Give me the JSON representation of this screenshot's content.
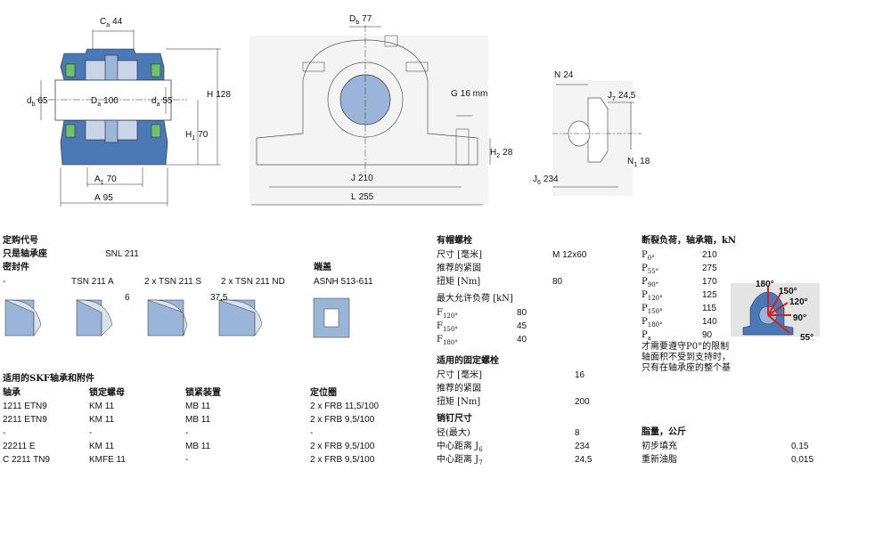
{
  "drawings": {
    "front": {
      "ca": "C",
      "ca_sub": "a",
      "ca_val": "44",
      "db": "d",
      "db_sub": "b",
      "db_val": "65",
      "Da": "D",
      "Da_sub": "a",
      "Da_val": "100",
      "da": "d",
      "da_sub": "a",
      "da_val": "55",
      "H": "H",
      "H_val": "128",
      "H1": "H",
      "H1_sub": "1",
      "H1_val": "70",
      "A1": "A",
      "A1_sub": "1",
      "A1_val": "70",
      "A": "A",
      "A_val": "95"
    },
    "side": {
      "Db": "D",
      "Db_sub": "b",
      "Db_val": "77",
      "G": "G",
      "G_val": "16 mm",
      "H2": "H",
      "H2_sub": "2",
      "H2_val": "28",
      "J": "J",
      "J_val": "210",
      "L": "L",
      "L_val": "255"
    },
    "foot": {
      "N": "N",
      "N_val": "24",
      "J7": "J",
      "J7_sub": "7",
      "J7_val": "24,5",
      "N1": "N",
      "N1_sub": "1",
      "N1_val": "18",
      "J6": "J",
      "J6_sub": "6",
      "J6_val": "234"
    },
    "seals_dims": {
      "d6": "6",
      "d37": "37,5"
    },
    "angles": [
      "180°",
      "150°",
      "120°",
      "90°",
      "55°"
    ]
  },
  "designation": {
    "title": "定购代号",
    "housing_label": "只是轴承座",
    "housing_value": "SNL 211",
    "seals_label": "密封件",
    "end_cover_label": "端盖",
    "seals": [
      "-",
      "TSN 211 A",
      "2 x TSN 211 S",
      "2 x TSN 211 ND",
      "ASNH 513-611"
    ]
  },
  "accessories": {
    "title": "适用的SKF轴承和附件",
    "headers": [
      "轴承",
      "锁定螺母",
      "锁紧装置",
      "定位圈"
    ],
    "rows": [
      [
        "1211 ETN9",
        "KM 11",
        "MB 11",
        "2 x FRB 11,5/100"
      ],
      [
        "2211 ETN9",
        "KM 11",
        "MB 11",
        "2 x FRB 9,5/100"
      ],
      [
        "-",
        "-",
        "-",
        "-"
      ],
      [
        "22211 E",
        "KM 11",
        "MB 11",
        "2 x FRB 9,5/100"
      ],
      [
        "C 2211 TN9",
        "KMFE 11",
        "-",
        "2 x FRB 9,5/100"
      ]
    ]
  },
  "cap_bolts": {
    "title": "有帽螺栓",
    "rows": [
      [
        "尺寸 [毫米]",
        "M 12x60"
      ],
      [
        "推荐的紧固",
        ""
      ],
      [
        "扭矩 [Nm]",
        "80"
      ]
    ],
    "load_title": "最大允许负荷 [kN]",
    "loads": [
      {
        "sym": "F",
        "sub": "120°",
        "val": "80"
      },
      {
        "sym": "F",
        "sub": "150°",
        "val": "45"
      },
      {
        "sym": "F",
        "sub": "180°",
        "val": "40"
      }
    ]
  },
  "attachment_bolts": {
    "title": "适用的固定螺栓",
    "rows": [
      [
        "尺寸 [毫米]",
        "16"
      ],
      [
        "推荐的紧固",
        ""
      ],
      [
        "扭矩 [Nm]",
        "200"
      ]
    ]
  },
  "dowel": {
    "title": "销钉尺寸",
    "rows": [
      {
        "label": "径(最大)",
        "sub": "",
        "val": "8"
      },
      {
        "label": "中心距离 J",
        "sub": "6",
        "val": "234"
      },
      {
        "label": "中心距离 J",
        "sub": "7",
        "val": "24,5"
      }
    ]
  },
  "breaking_loads": {
    "title": "断裂负荷，轴承箱，kN",
    "rows": [
      {
        "sym": "P",
        "sub": "0°",
        "val": "210"
      },
      {
        "sym": "P",
        "sub": "55°",
        "val": "275"
      },
      {
        "sym": "P",
        "sub": "90°",
        "val": "170"
      },
      {
        "sym": "P",
        "sub": "120°",
        "val": "125"
      },
      {
        "sym": "P",
        "sub": "150°",
        "val": "115"
      },
      {
        "sym": "P",
        "sub": "180°",
        "val": "140"
      },
      {
        "sym": "P",
        "sub": "a",
        "val": "90"
      }
    ],
    "note": [
      "才需要遵守P0°的限制",
      "轴面积不受到支持时，",
      "只有在轴承座的整个基"
    ]
  },
  "grease": {
    "title": "脂量，公斤",
    "rows": [
      [
        "初步填充",
        "0,15"
      ],
      [
        "重新油脂",
        "0,015"
      ]
    ]
  },
  "colors": {
    "blue": "#4a79b5",
    "light_blue": "#9ab5d8",
    "pale_blue": "#c8d6e8",
    "green": "#6fc26a",
    "red": "#d42020",
    "grey": "#9a9a9a"
  }
}
